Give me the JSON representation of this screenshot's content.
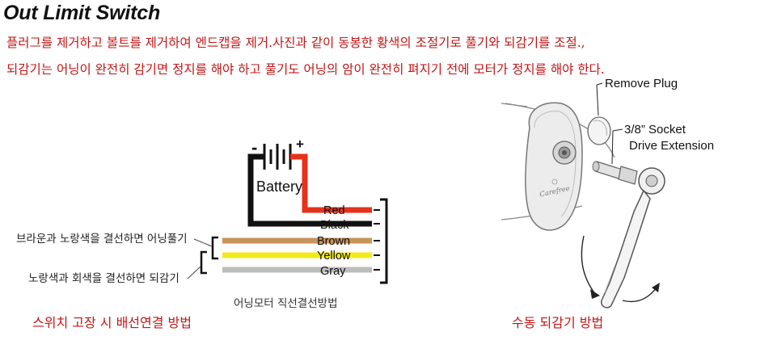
{
  "header": {
    "title": "Out Limit Switch",
    "instructions": [
      "플러그를 제거하고 볼트를 제거하여 엔드캡을 제거.사진과 같이 동봉한 황색의 조절기로 풀기와 되감기를 조절.,",
      "되감기는 어닝이 완전히 감기면 정지를 해야 하고 풀기도 어닝의 암이 완전히 펴지기 전에 모터가 정지를 해야 한다."
    ]
  },
  "wiring": {
    "battery_label": "Battery",
    "minus_sign": "-",
    "plus_sign": "+",
    "wires": [
      {
        "label": "Red",
        "color": "#e8311a"
      },
      {
        "label": "Black",
        "color": "#111111"
      },
      {
        "label": "Brown",
        "color": "#c8935a"
      },
      {
        "label": "Yellow",
        "color": "#f2ea1a"
      },
      {
        "label": "Gray",
        "color": "#bdbdbd"
      }
    ],
    "note_unroll": "브라운과 노랑색을 결선하면 어닝풀기",
    "note_rewind": "노랑색과 회색을 결선하면 되감기",
    "caption": "어닝모터 직선결선방법",
    "section_title": "스위치 고장 시 배선연결 방법"
  },
  "manual": {
    "remove_plug_label": "Remove Plug",
    "socket_label_line1": "3/8” Socket",
    "socket_label_line2": "Drive Extension",
    "brand_text": "Carefree",
    "section_title": "수동 되감기 방법"
  },
  "colors": {
    "heading_red": "#c11616",
    "ink": "#111111"
  }
}
